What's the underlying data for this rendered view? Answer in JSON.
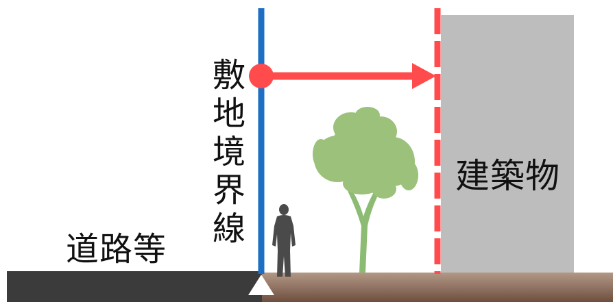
{
  "labels": {
    "road": "道路等",
    "boundary": "敷地境界線",
    "building": "建築物"
  },
  "colors": {
    "road_surface": "#3b3b3b",
    "site_ground": "#9b7d6a",
    "boundary_line": "#1e6fc4",
    "setback_arrow": "#ff4b4b",
    "building_face_line": "#ff4b4b",
    "building": "#bdbdbd",
    "tree_foliage": "#9bc17a",
    "tree_trunk": "#8cbc73",
    "person": "#4a4a4a",
    "marker": "#ffffff",
    "label_text": "#111111"
  },
  "icons": {
    "boundary_marker": "white-triangle-marker",
    "arrow_start": "red-circle-dot",
    "arrow_end": "red-arrowhead",
    "figure": "person-silhouette",
    "vegetation": "tree-silhouette"
  }
}
